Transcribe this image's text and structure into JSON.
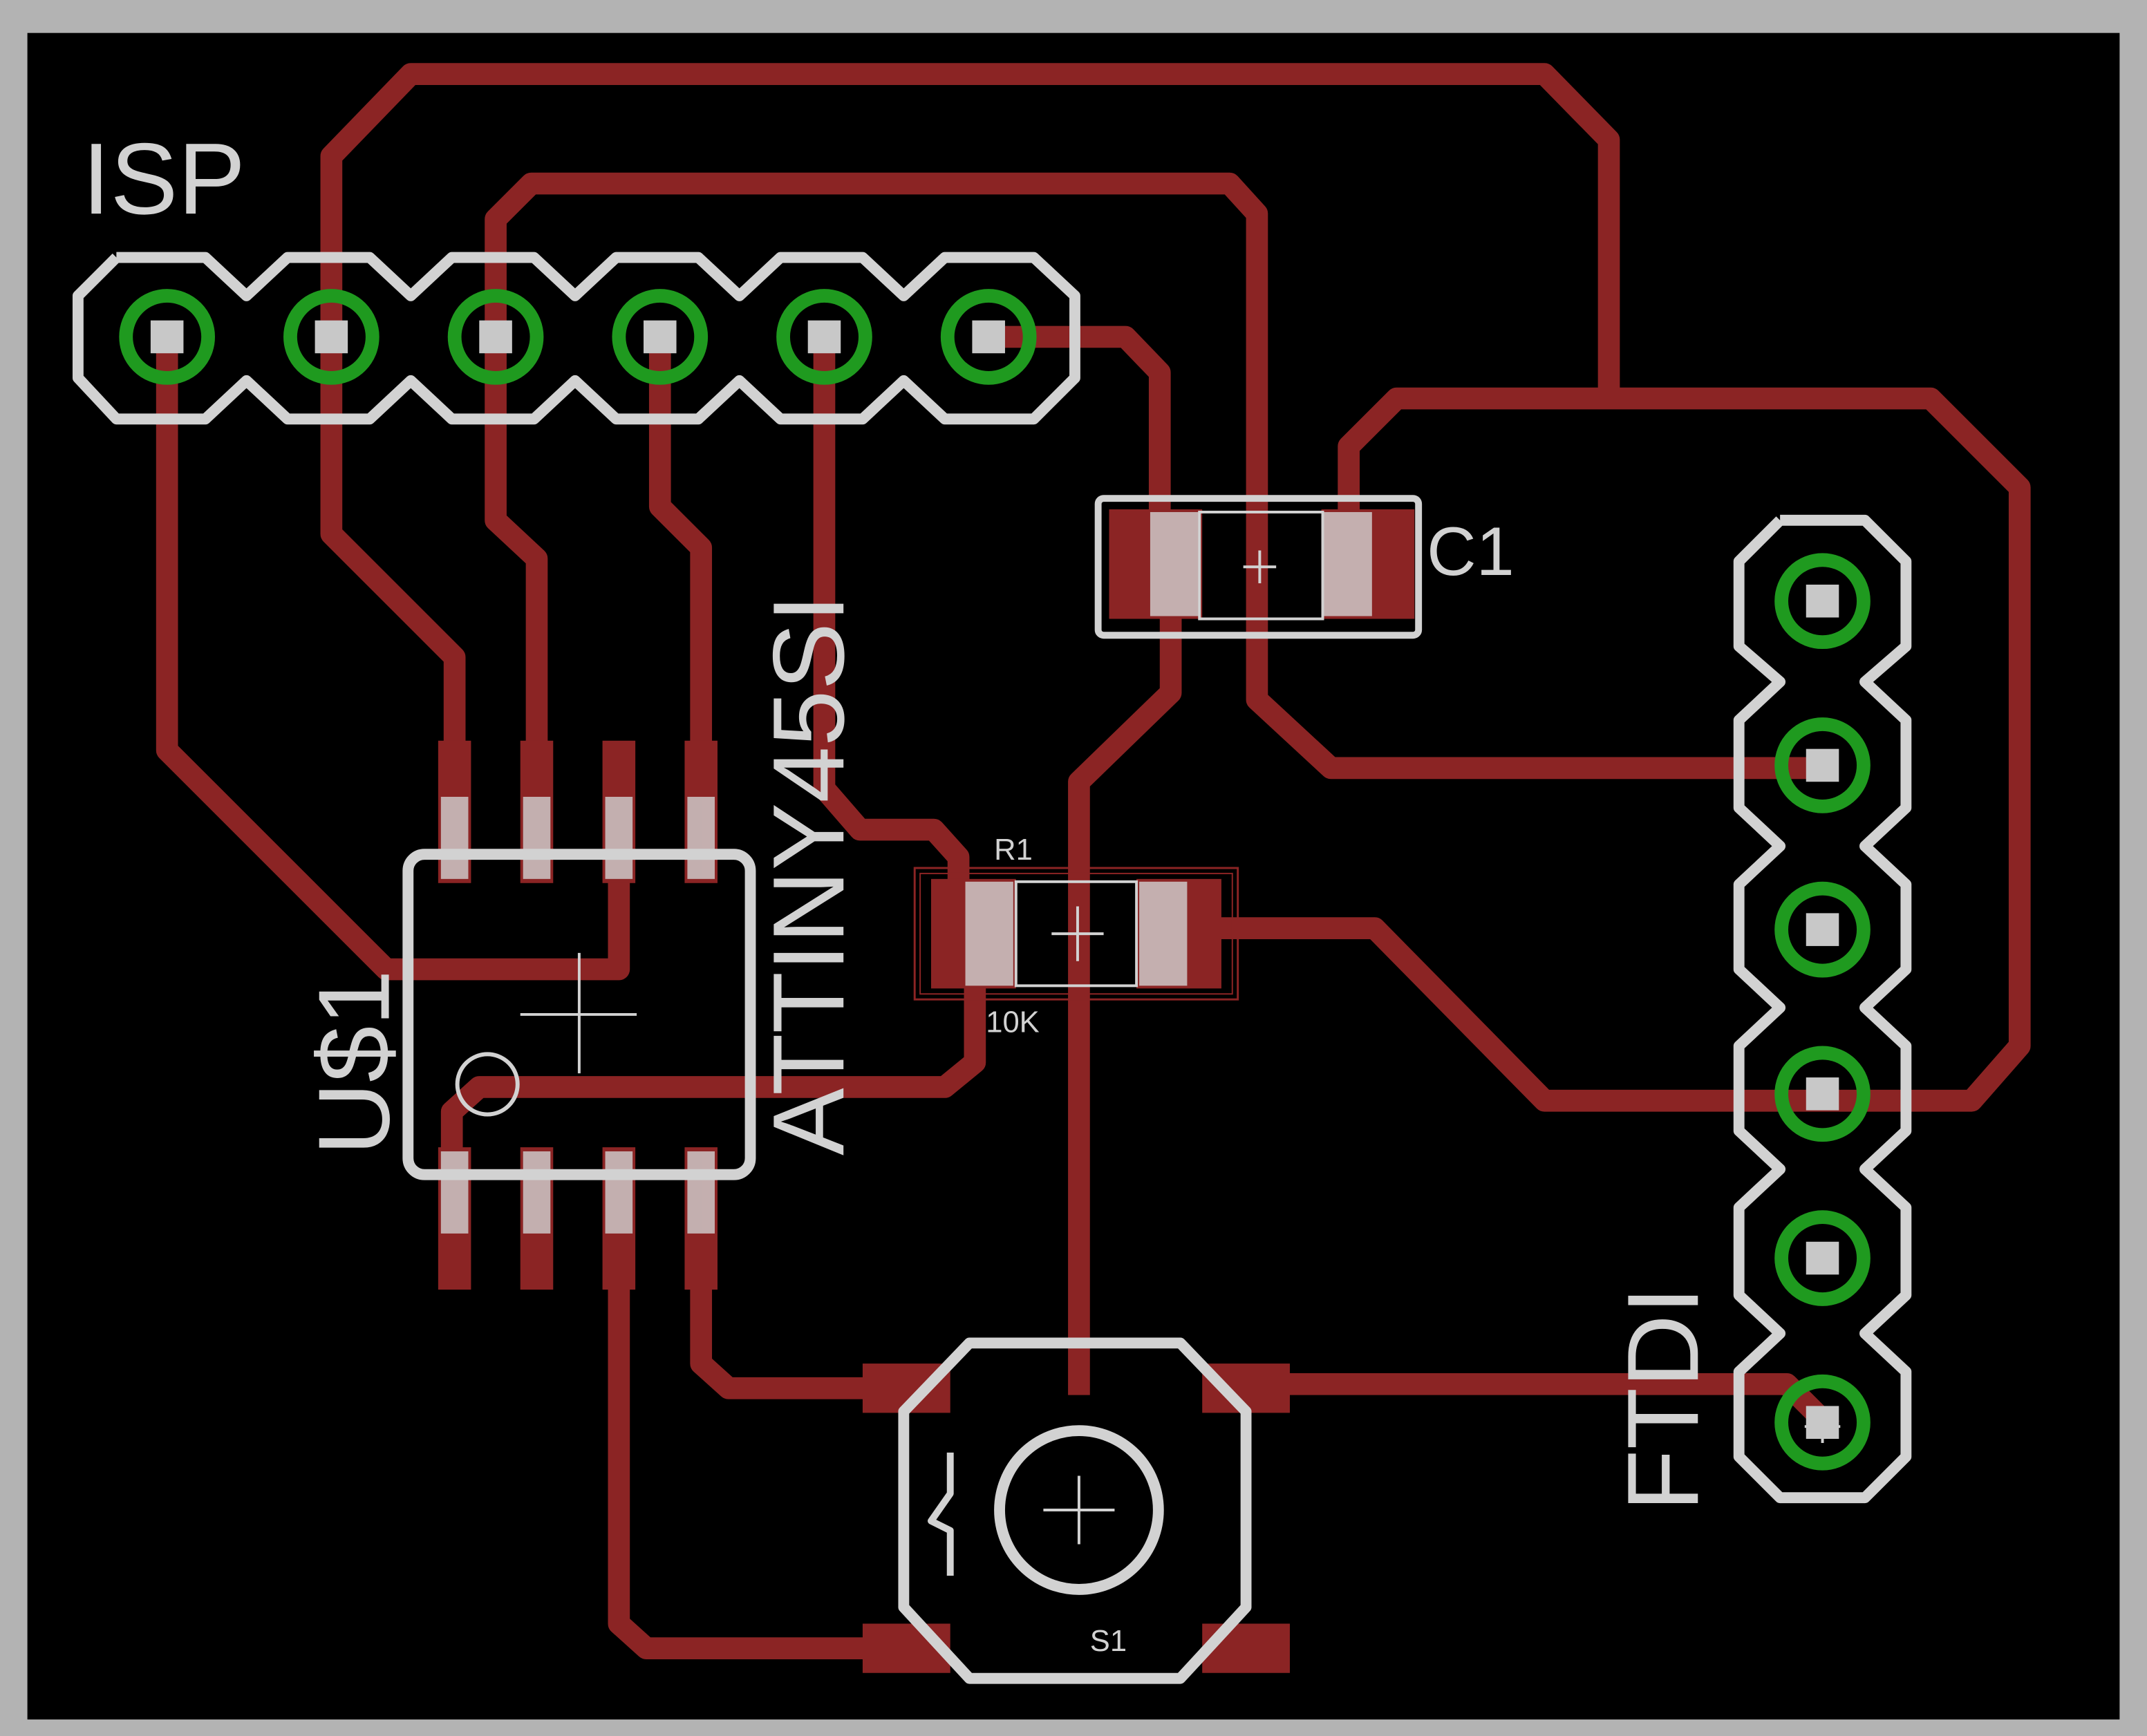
{
  "colors": {
    "frame": "#b3b3b3",
    "board": "#000000",
    "trace": "#8b2424",
    "silkscreen": "#d2d2d2",
    "pad_ring": "#1f9a1f",
    "pad_center": "#c8c8c8"
  },
  "labels": {
    "isp": "ISP",
    "ftdi": "FTDI",
    "attiny": "ATTINY45SI",
    "u1": "U$1",
    "c1": "C1",
    "r1": "R1",
    "r1_value": "10K",
    "s1": "S1"
  }
}
